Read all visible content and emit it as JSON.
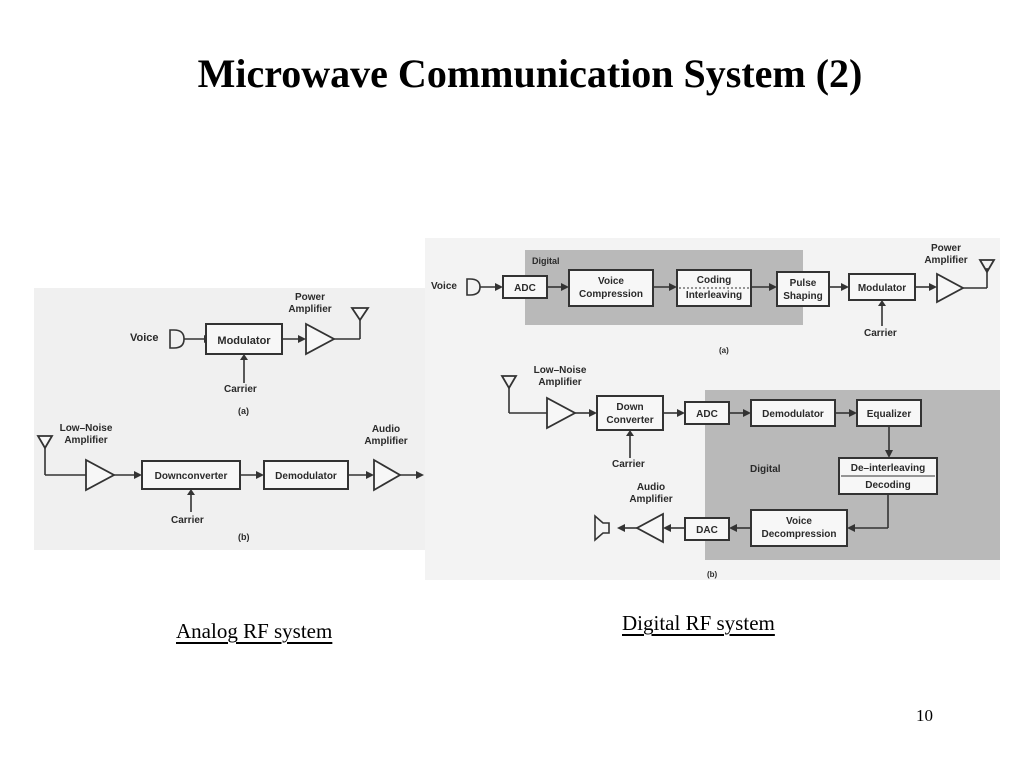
{
  "slide": {
    "title": "Microwave Communication System (2)",
    "page_number": "10"
  },
  "captions": {
    "analog": "Analog RF system",
    "digital": "Digital RF system"
  },
  "analog_figure": {
    "panel_a": {
      "source": "Voice",
      "amplifier": "Power\nAmplifier",
      "blocks": [
        "Modulator"
      ],
      "carrier": "Carrier",
      "label": "(a)"
    },
    "panel_b": {
      "lna": "Low–Noise\nAmplifier",
      "audio_amp": "Audio\nAmplifier",
      "blocks": [
        "Downconverter",
        "Demodulator"
      ],
      "carrier": "Carrier",
      "label": "(b)"
    }
  },
  "digital_figure": {
    "panel_a": {
      "digital_label": "Digital",
      "source": "Voice",
      "blocks": [
        "ADC",
        "Voice\nCompression",
        "Coding\nInterleaving",
        "Pulse\nShaping",
        "Modulator"
      ],
      "amplifier": "Power\nAmplifier",
      "carrier": "Carrier",
      "label": "(a)"
    },
    "panel_b": {
      "lna": "Low–Noise\nAmplifier",
      "down_converter": "Down\nConverter",
      "carrier": "Carrier",
      "blocks_top": [
        "ADC",
        "Demodulator",
        "Equalizer"
      ],
      "digital_label": "Digital",
      "deinterleave": "De–interleaving\nDecoding",
      "blocks_bottom": [
        "Voice\nDecompression",
        "DAC"
      ],
      "audio_amp": "Audio\nAmplifier",
      "label": "(b)"
    }
  }
}
